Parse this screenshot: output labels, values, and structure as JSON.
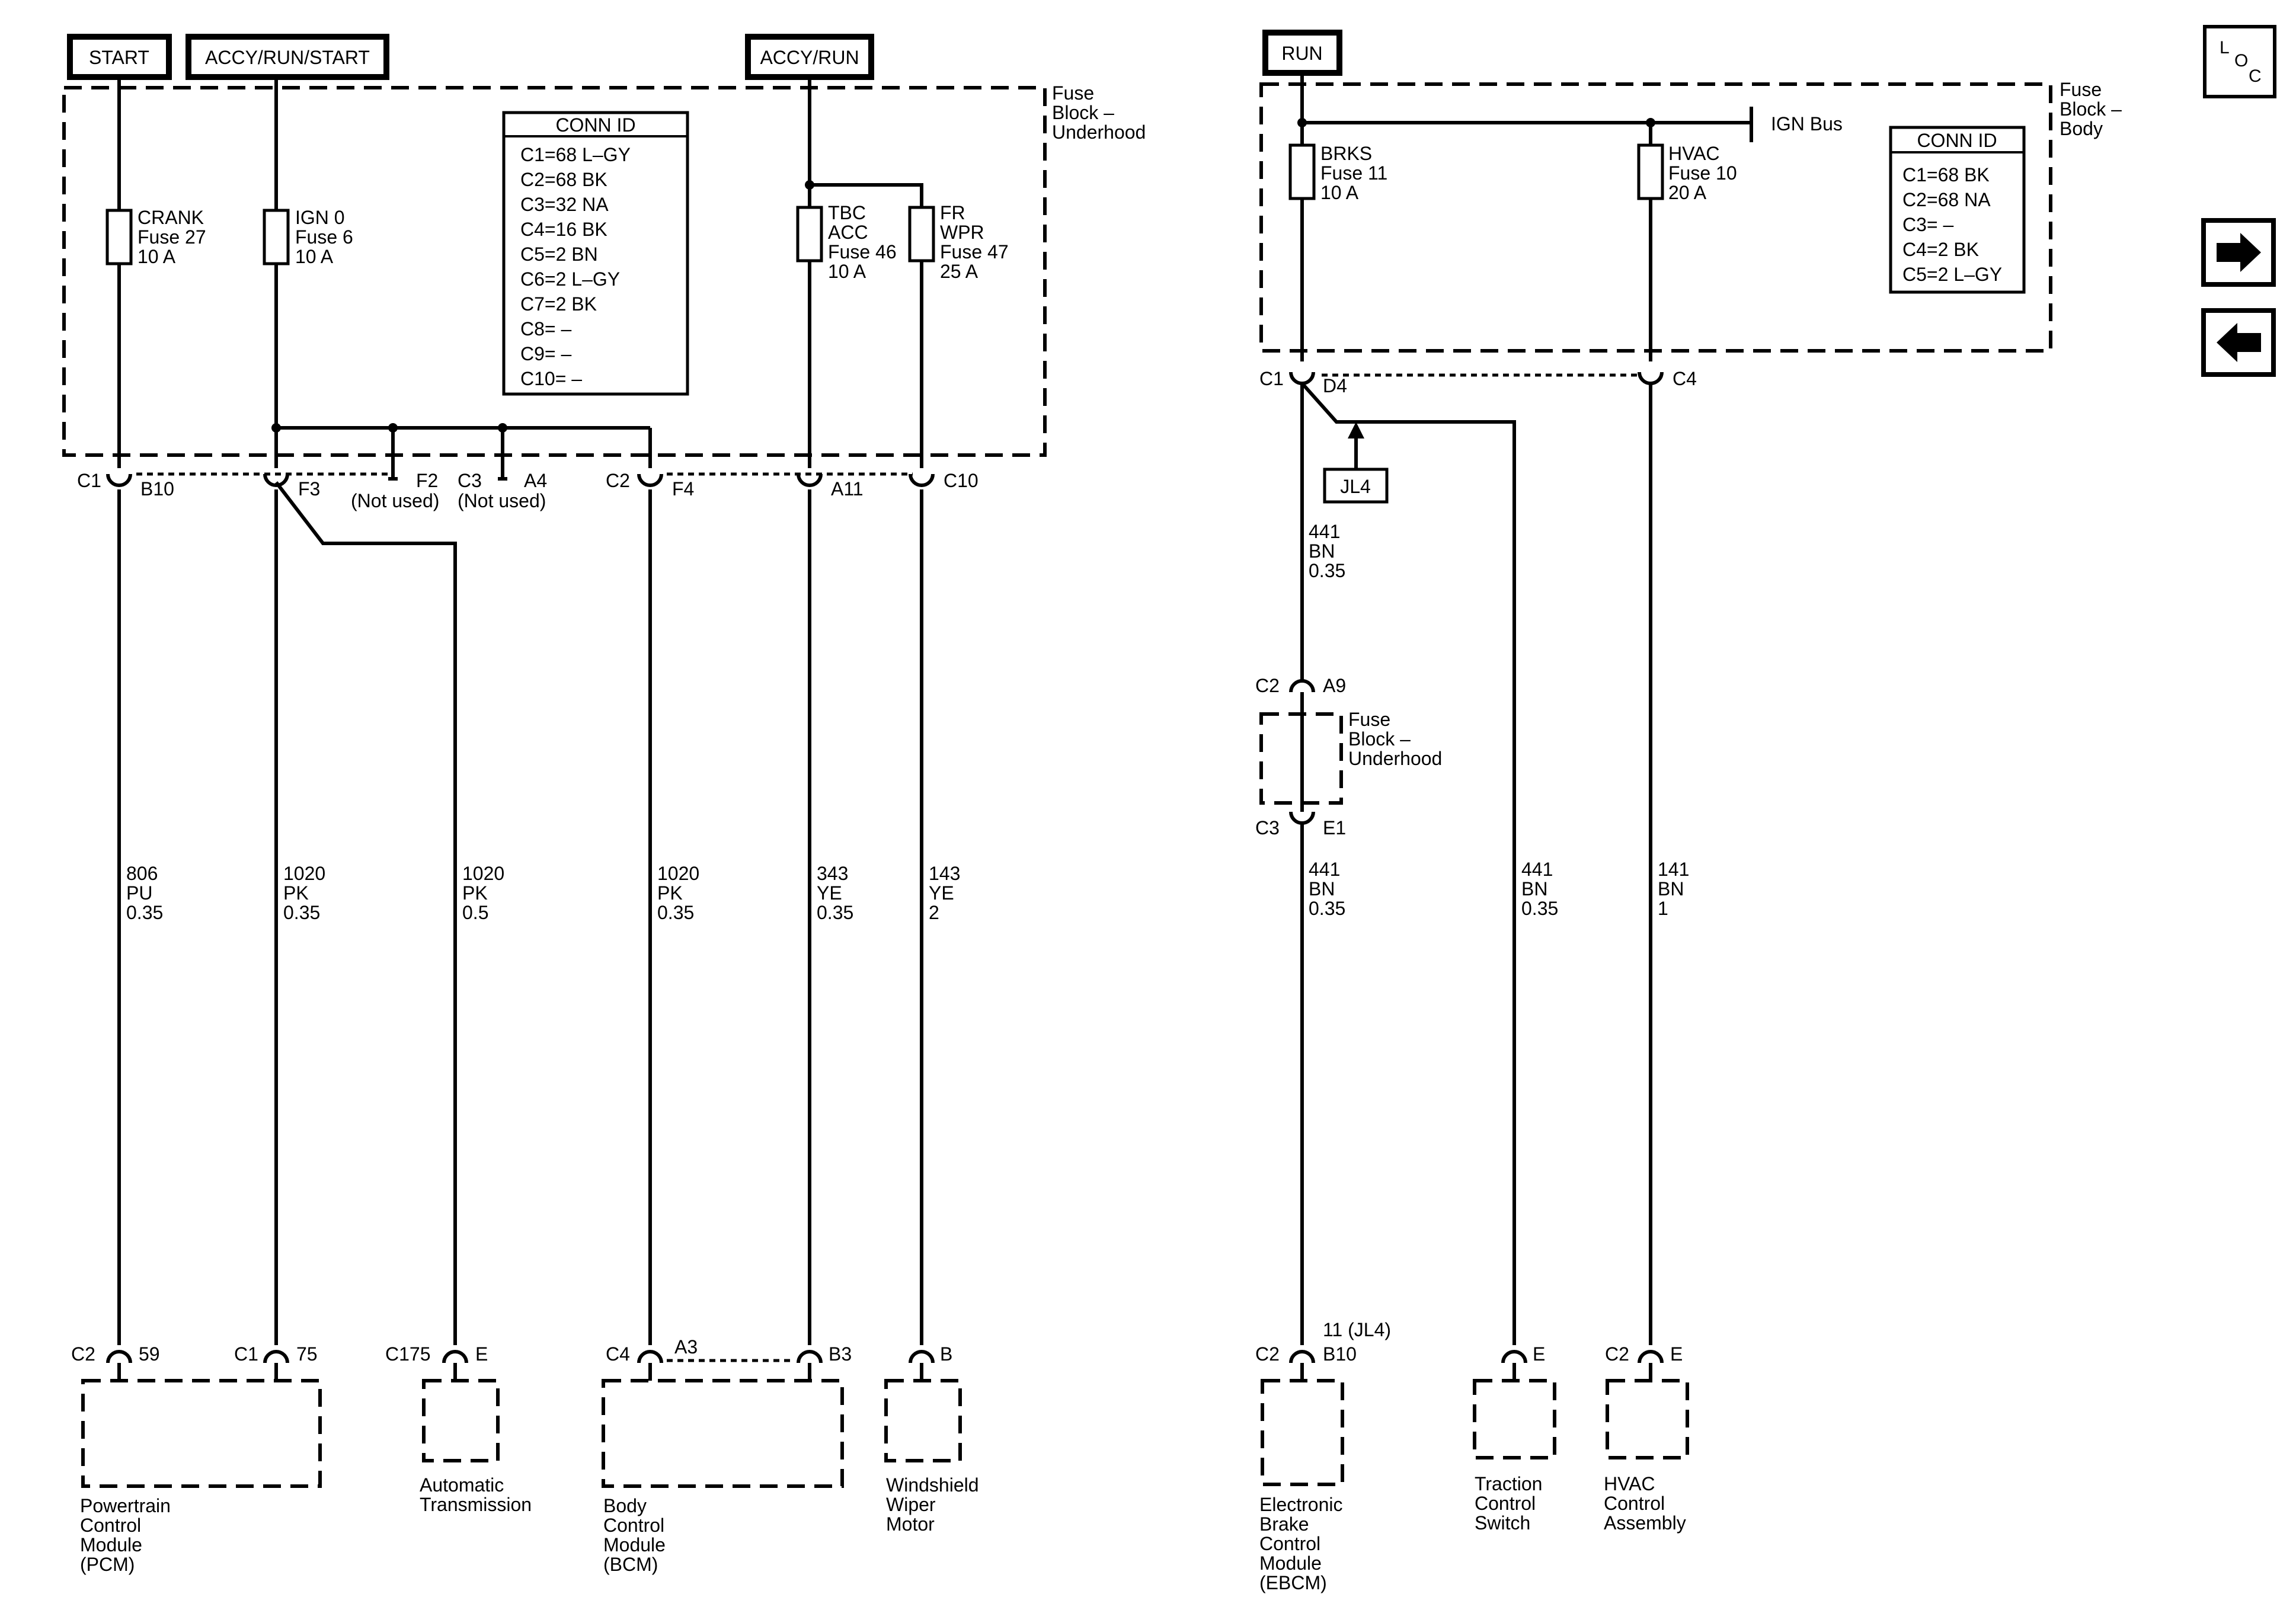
{
  "power_labels": {
    "start": "START",
    "accy_run_start": "ACCY/RUN/START",
    "accy_run": "ACCY/RUN",
    "run": "RUN"
  },
  "fuse_blocks": {
    "underhood": [
      "Fuse",
      "Block –",
      "Underhood"
    ],
    "body": [
      "Fuse",
      "Block –",
      "Body"
    ]
  },
  "fuses": {
    "crank": [
      "CRANK",
      "Fuse 27",
      "10 A"
    ],
    "ign0": [
      "IGN 0",
      "Fuse 6",
      "10 A"
    ],
    "tbc_acc": [
      "TBC",
      "ACC",
      "Fuse 46",
      "10 A"
    ],
    "fr_wpr": [
      "FR",
      "WPR",
      "Fuse 47",
      "25 A"
    ],
    "brks": [
      "BRKS",
      "Fuse 11",
      "10 A"
    ],
    "hvac": [
      "HVAC",
      "Fuse 10",
      "20 A"
    ]
  },
  "ign_bus": "IGN Bus",
  "conn_id_left": {
    "title": "CONN ID",
    "rows": [
      "C1=68 L–GY",
      "C2=68 BK",
      "C3=32 NA",
      "C4=16 BK",
      "C5=2 BN",
      "C6=2 L–GY",
      "C7=2 BK",
      "C8= –",
      "C9= –",
      "C10= –"
    ]
  },
  "conn_id_right": {
    "title": "CONN ID",
    "rows": [
      "C1=68 BK",
      "C2=68 NA",
      "C3= –",
      "C4=2 BK",
      "C5=2 L–GY"
    ]
  },
  "connectors": {
    "c1": "C1",
    "b10": "B10",
    "f3": "F3",
    "f2": "F2",
    "c3": "C3",
    "a4": "A4",
    "not_used": "(Not used)",
    "c2": "C2",
    "f4": "F4",
    "a11": "A11",
    "c10": "C10",
    "d4": "D4",
    "c4": "C4",
    "a9": "A9",
    "e1": "E1",
    "p59": "59",
    "p75": "75",
    "c175": "C175",
    "e": "E",
    "a3": "A3",
    "b3": "B3",
    "b": "B",
    "jl4_pin": "11 (JL4)"
  },
  "jl4": "JL4",
  "wires": {
    "w806": [
      "806",
      "PU",
      "0.35"
    ],
    "w1020a": [
      "1020",
      "PK",
      "0.35"
    ],
    "w1020b": [
      "1020",
      "PK",
      "0.5"
    ],
    "w1020c": [
      "1020",
      "PK",
      "0.35"
    ],
    "w343": [
      "343",
      "YE",
      "0.35"
    ],
    "w143": [
      "143",
      "YE",
      "2"
    ],
    "w441a": [
      "441",
      "BN",
      "0.35"
    ],
    "w441b": [
      "441",
      "BN",
      "0.35"
    ],
    "w441c": [
      "441",
      "BN",
      "0.35"
    ],
    "w141": [
      "141",
      "BN",
      "1"
    ]
  },
  "components": {
    "pcm": [
      "Powertrain",
      "Control",
      "Module",
      "(PCM)"
    ],
    "trans": [
      "Automatic",
      "Transmission"
    ],
    "bcm": [
      "Body",
      "Control",
      "Module",
      "(BCM)"
    ],
    "wiper": [
      "Windshield",
      "Wiper",
      "Motor"
    ],
    "ebcm": [
      "Electronic",
      "Brake",
      "Control",
      "Module",
      "(EBCM)"
    ],
    "traction": [
      "Traction",
      "Control",
      "Switch"
    ],
    "hvac": [
      "HVAC",
      "Control",
      "Assembly"
    ]
  },
  "nav": {
    "loc": [
      "L",
      "O",
      "C"
    ],
    "next_icon": "right-arrow-icon",
    "prev_icon": "left-arrow-icon"
  }
}
